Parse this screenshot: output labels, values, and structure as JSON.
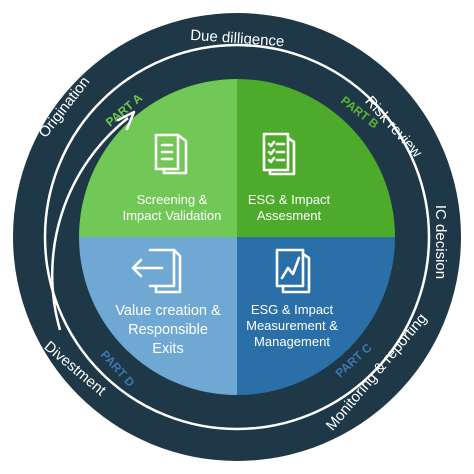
{
  "outer_ring": {
    "labels": {
      "due_diligence": "Due dilligence",
      "risk_review": "Risk review",
      "ic_decision": "IC decision",
      "monitoring": "Monitoring & reporting",
      "divestment": "Divestment",
      "origination": "Origination"
    }
  },
  "parts": {
    "a": {
      "label": "PART A",
      "color": "#6ccb4a"
    },
    "b": {
      "label": "PART B",
      "color": "#5ab82c"
    },
    "c": {
      "label": "PART C",
      "color": "#3c77b1"
    },
    "d": {
      "label": "PART D",
      "color": "#3c77b1"
    }
  },
  "quadrants": {
    "top_left": {
      "lines": [
        "Screening &",
        "Impact Validation"
      ],
      "icon": "document-lines-icon",
      "color": "#72c857"
    },
    "top_right": {
      "lines": [
        "ESG & Impact",
        "Assesment"
      ],
      "icon": "checklist-icon",
      "color": "#4eaa2a"
    },
    "bottom_left": {
      "lines": [
        "Value creation &",
        "Responsible",
        "Exits"
      ],
      "icon": "exit-arrow-icon",
      "color": "#6fa8d2"
    },
    "bottom_right": {
      "lines": [
        "ESG & Impact",
        "Measurement &",
        "Management"
      ],
      "icon": "chart-document-icon",
      "color": "#2b6fa8"
    }
  },
  "colors": {
    "outer_ring": "#1f3848",
    "white_ring": "#ffffff"
  }
}
